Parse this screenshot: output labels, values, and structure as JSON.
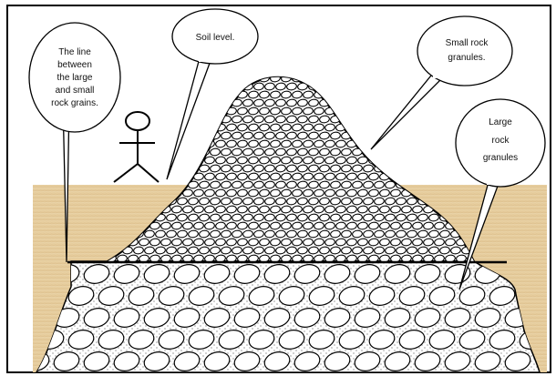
{
  "callouts": {
    "line_label": [
      "The line",
      "between",
      "the large",
      "and small",
      "rock grains."
    ],
    "soil_level": "Soil level.",
    "small_rock": [
      "Small rock",
      "granules."
    ],
    "large_rock": [
      "Large",
      "rock",
      "granules"
    ]
  },
  "colors": {
    "soil": "#e6cc9c",
    "outline": "#000000",
    "frame_border": "#000000"
  },
  "figure": "stick-person",
  "icons": [
    "stick-figure-icon"
  ]
}
